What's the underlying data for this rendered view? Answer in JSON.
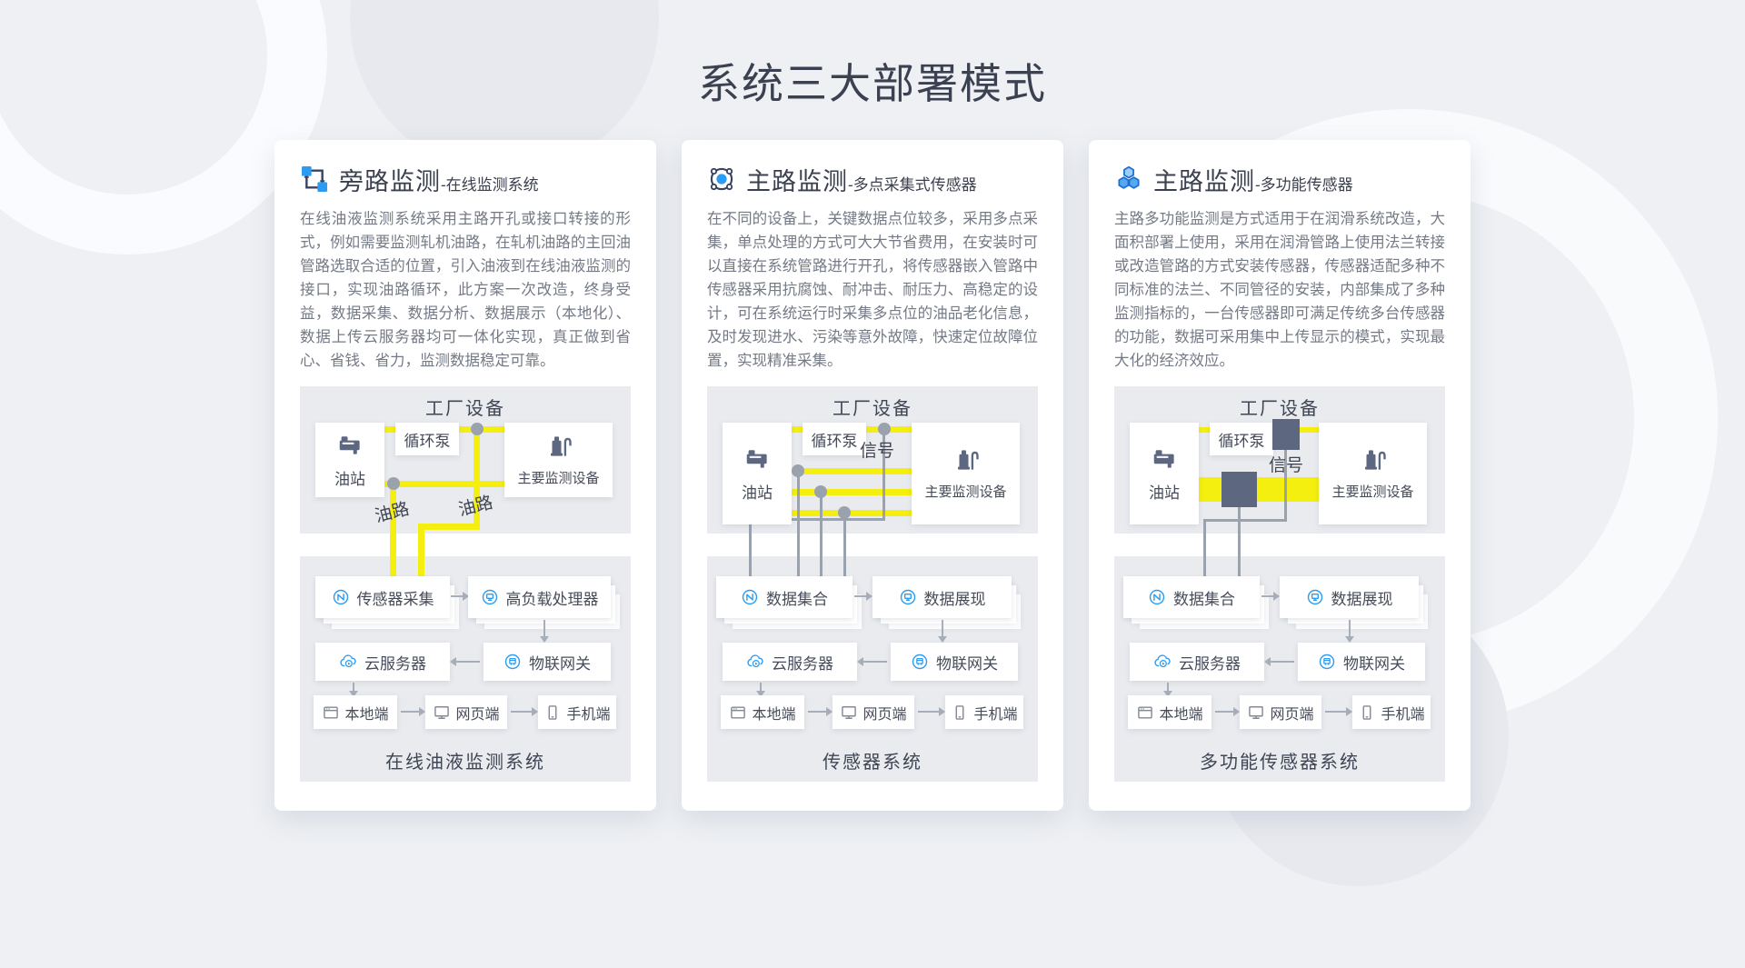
{
  "page": {
    "title": "系统三大部署模式"
  },
  "colors": {
    "accent_blue": "#2b9cf2",
    "pipe_yellow": "#f4ef0f",
    "dark_slate": "#5d6880",
    "panel_gray": "#e9ebef",
    "page_bg": "#eef0f3"
  },
  "cards": [
    {
      "icon": "bypass-monitor-icon",
      "title": "旁路监测",
      "subtitle": "-在线监测系统",
      "description": "在线油液监测系统采用主路开孔或接口转接的形式，例如需要监测轧机油路，在轧机油路的主回油管路选取合适的位置，引入油液到在线油液监测的接口，实现油路循环，此方案一次改造，终身受益，数据采集、数据分析、数据展示（本地化）、数据上传云服务器均可一体化实现，真正做到省心、省钱、省力，监测数据稳定可靠。",
      "factory": {
        "label": "工厂设备",
        "oil_station": "油站",
        "pump": "循环泵",
        "main_equipment": "主要监测设备",
        "pipe_label_left": "油路",
        "pipe_label_right": "油路"
      },
      "flow": {
        "collect": "传感器采集",
        "process": "高负载处理器",
        "cloud": "云服务器",
        "gateway": "物联网关",
        "local": "本地端",
        "web": "网页端",
        "mobile": "手机端"
      },
      "caption": "在线油液监测系统"
    },
    {
      "icon": "mainline-multipoint-icon",
      "title": "主路监测",
      "subtitle": "-多点采集式传感器",
      "description": "在不同的设备上，关键数据点位较多，采用多点采集，单点处理的方式可大大节省费用，在安装时可以直接在系统管路进行开孔，将传感器嵌入管路中传感器采用抗腐蚀、耐冲击、耐压力、高稳定的设计，可在系统运行时采集多点位的油品老化信息，及时发现进水、污染等意外故障，快速定位故障位置，实现精准采集。",
      "factory": {
        "label": "工厂设备",
        "oil_station": "油站",
        "pump": "循环泵",
        "main_equipment": "主要监测设备",
        "signal_label": "信号"
      },
      "flow": {
        "collect": "数据集合",
        "process": "数据展现",
        "cloud": "云服务器",
        "gateway": "物联网关",
        "local": "本地端",
        "web": "网页端",
        "mobile": "手机端"
      },
      "caption": "传感器系统"
    },
    {
      "icon": "mainline-multifunction-icon",
      "title": "主路监测",
      "subtitle": "-多功能传感器",
      "description": "主路多功能监测是方式适用于在润滑系统改造，大面积部署上使用，采用在润滑管路上使用法兰转接或改造管路的方式安装传感器，传感器适配多种不同标准的法兰、不同管径的安装，内部集成了多种监测指标的，一台传感器即可满足传统多台传感器的功能，数据可采用集中上传显示的模式，实现最大化的经济效应。",
      "factory": {
        "label": "工厂设备",
        "oil_station": "油站",
        "pump": "循环泵",
        "main_equipment": "主要监测设备",
        "signal_label": "信号"
      },
      "flow": {
        "collect": "数据集合",
        "process": "数据展现",
        "cloud": "云服务器",
        "gateway": "物联网关",
        "local": "本地端",
        "web": "网页端",
        "mobile": "手机端"
      },
      "caption": "多功能传感器系统"
    }
  ]
}
